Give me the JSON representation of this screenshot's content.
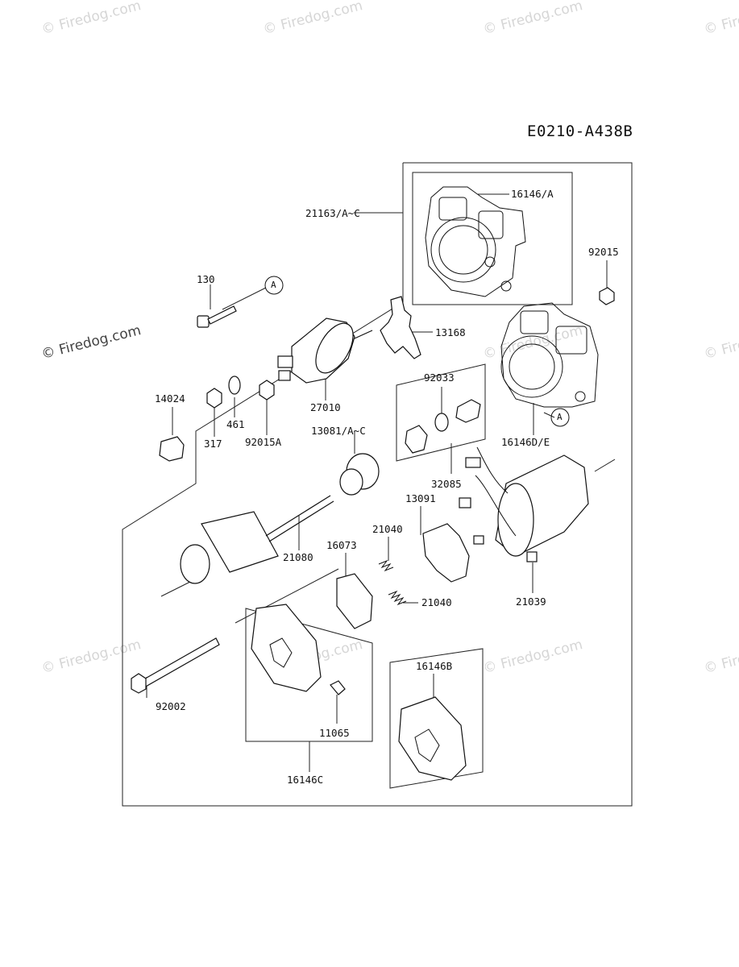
{
  "diagram_code": "E0210-A438B",
  "watermark": "© Firedog.com",
  "callout_letter": "A",
  "parts": {
    "p21163": "21163/A~C",
    "p16146A": "16146/A",
    "p92015": "92015",
    "p130": "130",
    "p13168": "13168",
    "p14024": "14024",
    "p461": "461",
    "p317": "317",
    "p92015A": "92015A",
    "p27010": "27010",
    "p92033": "92033",
    "p16146DE": "16146D/E",
    "p13081": "13081/A~C",
    "p32085": "32085",
    "p13091": "13091",
    "p21080": "21080",
    "p21040a": "21040",
    "p16073": "16073",
    "p21040b": "21040",
    "p21039": "21039",
    "p92002": "92002",
    "p16146B": "16146B",
    "p11065": "11065",
    "p16146C": "16146C"
  }
}
